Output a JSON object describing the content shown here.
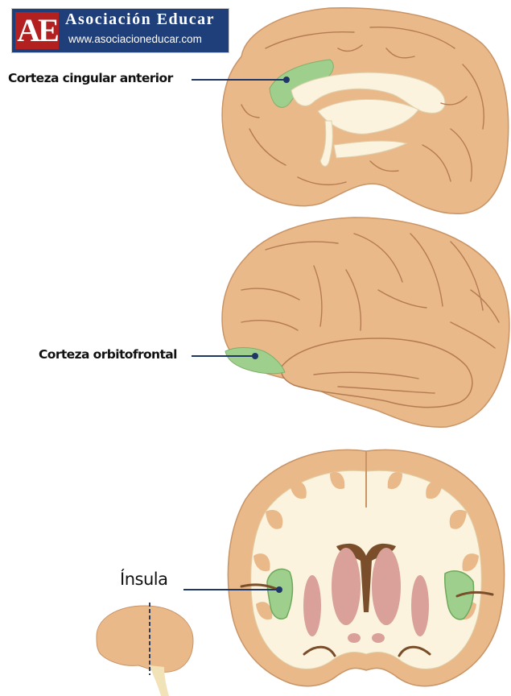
{
  "logo": {
    "mark": "AE",
    "title": "Asociación Educar",
    "url": "www.asociacioneducar.com"
  },
  "labels": {
    "cingular": "Corteza cingular anterior",
    "orbitofrontal": "Corteza orbitofrontal",
    "insula": "Ínsula"
  },
  "colors": {
    "cortex": "#e9b98a",
    "highlight": "#9fcf8c",
    "white_matter": "#fbf3dd",
    "leader_line": "#1f3766",
    "nuclei": "#d9a19a",
    "logo_background": "#1f3f7a",
    "logo_mark": "#b32020"
  }
}
